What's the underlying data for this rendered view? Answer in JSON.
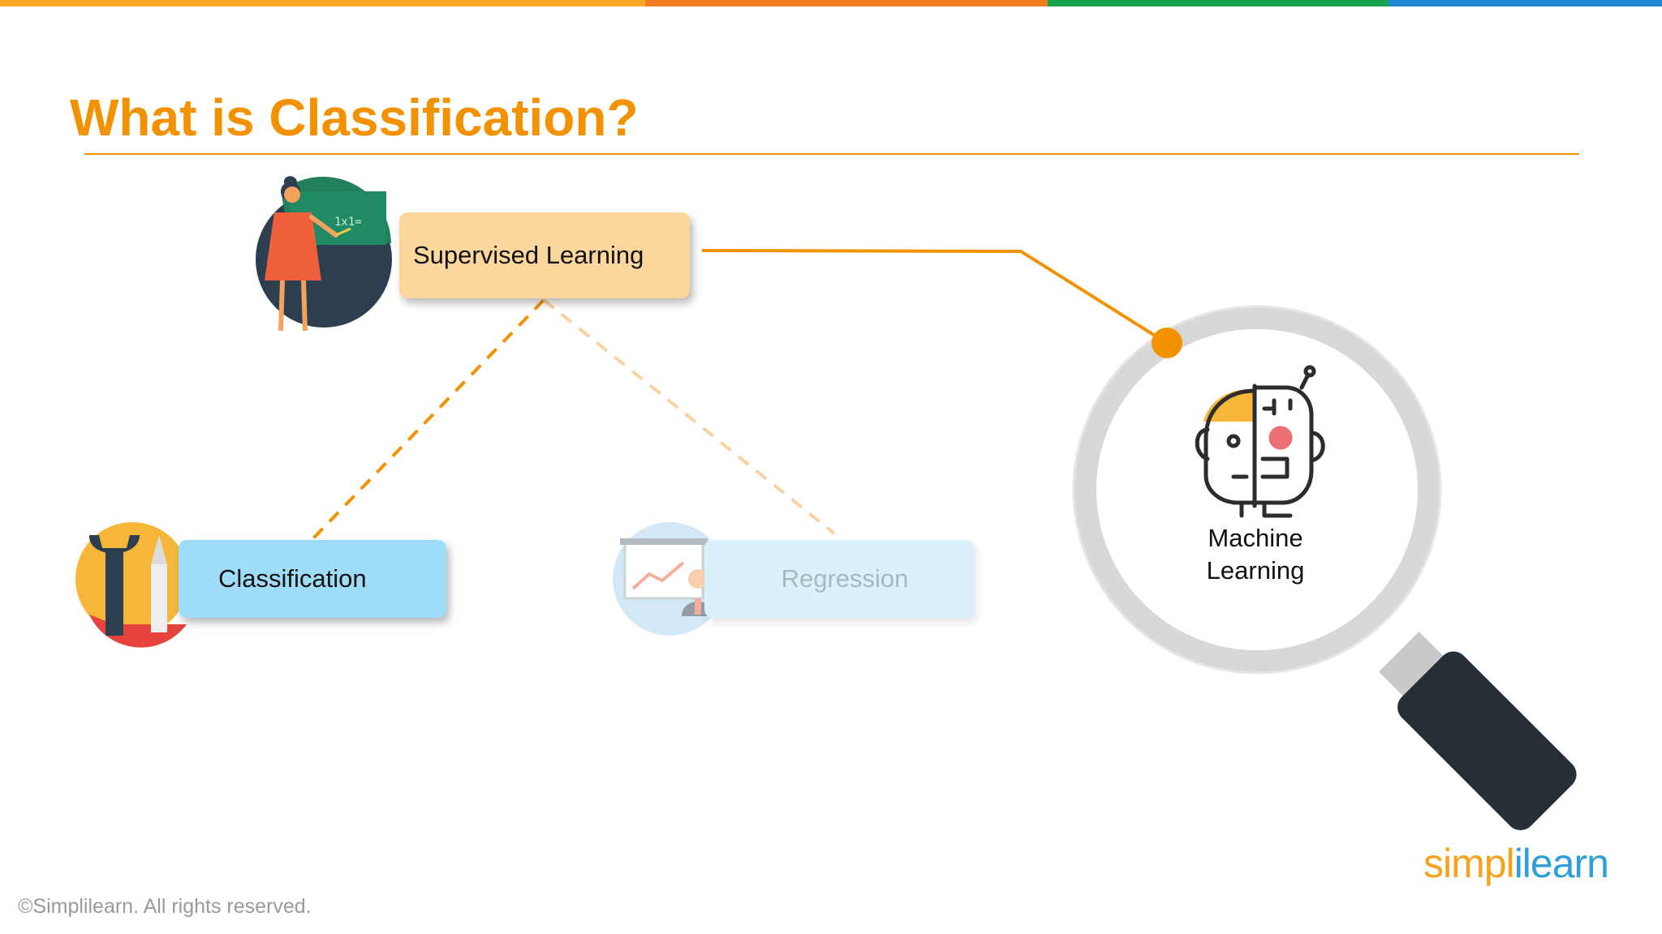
{
  "slide": {
    "title": "What is Classification?",
    "accent_color": "#f39200"
  },
  "top_bar": {
    "segments": [
      {
        "color": "#f9a825",
        "weight": 795
      },
      {
        "color": "#ef7d22",
        "weight": 496
      },
      {
        "color": "#16a34a",
        "weight": 420
      },
      {
        "color": "#1e88d6",
        "weight": 337
      }
    ]
  },
  "diagram": {
    "supervised_learning": {
      "label": "Supervised Learning",
      "icon": "teacher-icon",
      "color": "#fcd79d"
    },
    "classification": {
      "label": "Classification",
      "icon": "tools-icon",
      "color": "#9fdcf7"
    },
    "regression": {
      "label": "Regression",
      "icon": "growth-chart-icon",
      "color": "#daf1fb"
    },
    "machine_learning": {
      "label_line1": "Machine",
      "label_line2": "Learning",
      "icon": "human-robot-face-icon"
    },
    "magnifier_icon": "magnifying-glass-icon",
    "connector_color": "#f39200"
  },
  "footer": {
    "copyright": "©Simplilearn. All rights reserved.",
    "brand_part1": "simpl",
    "brand_part2": "ilearn"
  }
}
